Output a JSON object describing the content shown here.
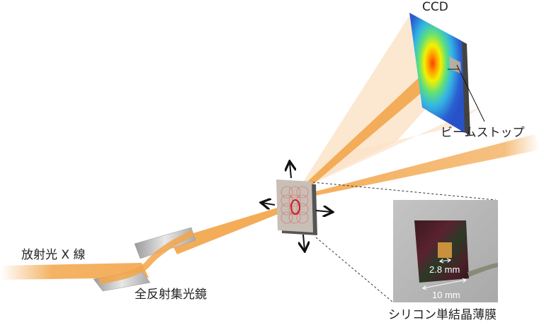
{
  "labels": {
    "ccd": "CCD",
    "beam_stop": "ビームストップ",
    "synchrotron_xray": "放射光 X 線",
    "mirror": "全反射集光鏡",
    "sample": "シリコン単結晶薄膜",
    "inner_size": "2.8 mm",
    "outer_size": "10 mm"
  },
  "colors": {
    "beam": "#f2a54a",
    "beam_light": "#fbe3c8",
    "sample_plate": "#c8bfb7",
    "scan_circles": "#d9534f",
    "ccd_background": "#2a5fd0",
    "photo_background": "#b9b9b9"
  }
}
